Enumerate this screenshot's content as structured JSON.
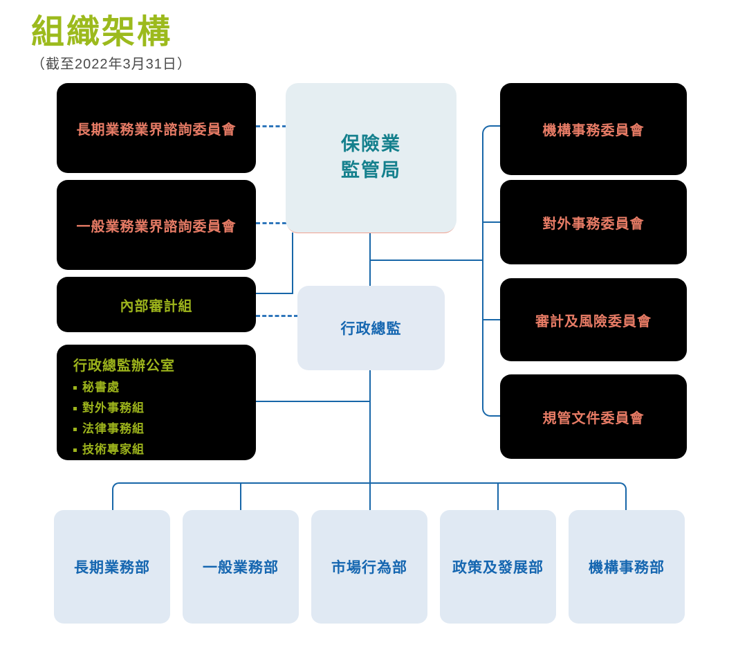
{
  "page": {
    "title": "組織架構",
    "subtitle": "（截至2022年3月31日）"
  },
  "root_box": {
    "name": "保險業監管局",
    "line1": "保險業",
    "line2": "監管局"
  },
  "ceo_box": {
    "label": "行政總監"
  },
  "left_column": {
    "committee1": "長期業務業界諮詢委員會",
    "committee2": "一般業務業界諮詢委員會",
    "audit_team": "內部審計組",
    "ceo_office": {
      "title": "行政總監辦公室",
      "units": [
        "秘書處",
        "對外事務組",
        "法律事務組",
        "技術專家組"
      ]
    }
  },
  "right_column": {
    "committees": [
      "機構事務委員會",
      "對外事務委員會",
      "審計及風險委員會",
      "規管文件委員會"
    ]
  },
  "divisions": [
    "長期業務部",
    "一般業務部",
    "市場行為部",
    "政策及發展部",
    "機構事務部"
  ],
  "colors": {
    "title_green": "#9cba1d",
    "lime_text": "#9db41c",
    "salmon_text": "#e87c66",
    "teal_text": "#15808d",
    "blue_text": "#1566b0",
    "solid_line": "#1766a8",
    "dotted_line": "#2e76bb",
    "black_box": "#000000",
    "light_box": "#e4edf3"
  }
}
